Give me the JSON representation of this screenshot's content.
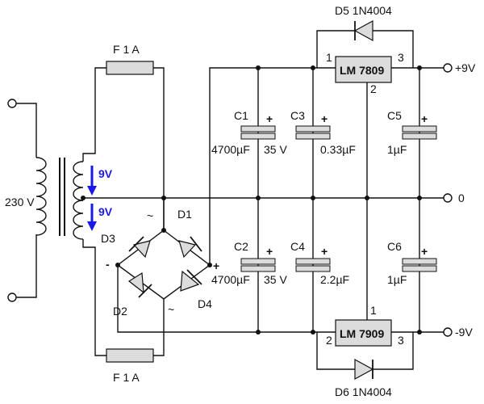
{
  "fuses": {
    "top": "F 1 A",
    "bottom": "F 1 A"
  },
  "transformer": {
    "primary": "230 V",
    "secondary_top": "9V",
    "secondary_bottom": "9V"
  },
  "bridge": {
    "d1": "D1",
    "d2": "D2",
    "d3": "D3",
    "d4": "D4",
    "ac_top": "~",
    "ac_bottom": "~",
    "plus": "+",
    "minus": "-"
  },
  "capacitors": {
    "c1": {
      "name": "C1",
      "value": "4700µF",
      "voltage": "35 V"
    },
    "c2": {
      "name": "C2",
      "value": "4700µF",
      "voltage": "35 V"
    },
    "c3": {
      "name": "C3",
      "value": "0.33µF"
    },
    "c4": {
      "name": "C4",
      "value": "2.2µF"
    },
    "c5": {
      "name": "C5",
      "value": "1µF"
    },
    "c6": {
      "name": "C6",
      "value": "1µF"
    },
    "plus": "+"
  },
  "regulators": {
    "pos": {
      "label": "LM 7809",
      "pin1": "1",
      "pin2": "2",
      "pin3": "3"
    },
    "neg": {
      "label": "LM 7909",
      "pin1": "1",
      "pin2": "2",
      "pin3": "3"
    }
  },
  "diodes": {
    "d5": "D5 1N4004",
    "d6": "D6 1N4004"
  },
  "outputs": {
    "pos": "+9V",
    "gnd": "0",
    "neg": "-9V"
  }
}
